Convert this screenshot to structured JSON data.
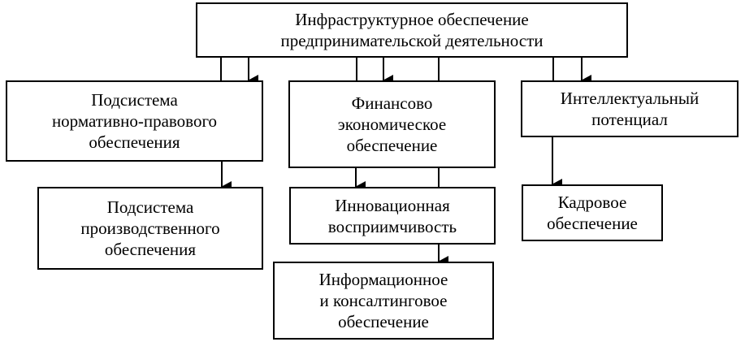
{
  "diagram": {
    "nodes": {
      "root": "Инфраструктурное обеспечение\nпредпринимательской деятельности",
      "normative": "Подсистема\nнормативно-правового\nобеспечения",
      "finance": "Финансово\nэкономическое\nобеспечение",
      "intellect": "Интеллектуальный\nпотенциал",
      "production": "Подсистема\nпроизводственного\nобеспечения",
      "innovation": "Инновационная\nвосприимчивость",
      "personnel": "Кадровое\nобеспечение",
      "information": "Информационное\nи консалтинговое\nобеспечение"
    },
    "line_color": "#000000",
    "box_border_color": "#000000"
  }
}
